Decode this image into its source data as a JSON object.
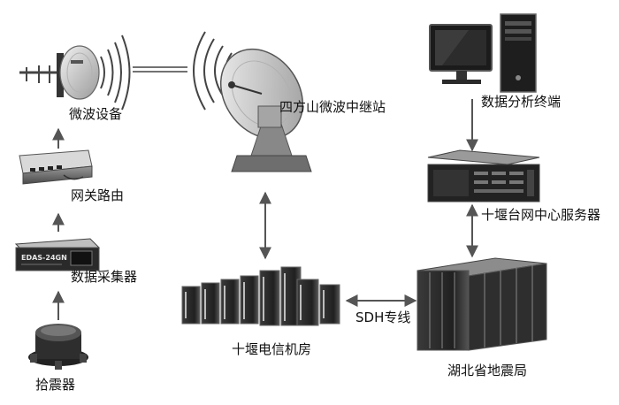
{
  "labels": {
    "microwave_device": "微波设备",
    "relay_station": "四方山微波中继站",
    "analysis_terminal": "数据分析终端",
    "gateway_router": "网关路由",
    "seismic_server": "十堰台网中心服务器",
    "data_collector": "数据采集器",
    "telecom_room": "十堰电信机房",
    "sdh_line": "SDH专线",
    "seismometer": "拾震器",
    "hubei_bureau": "湖北省地震局"
  },
  "device_text": {
    "collector_model": "EDAS-24GN"
  },
  "colors": {
    "line": "#555555",
    "device_dark": "#2b2b2b",
    "device_mid": "#7a7a7a",
    "device_light": "#d9d9d9"
  }
}
